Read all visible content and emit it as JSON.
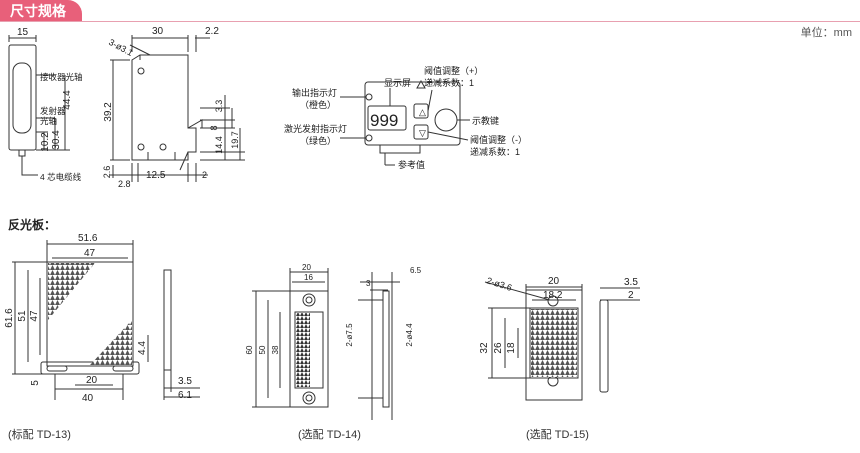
{
  "header": {
    "title": "尺寸规格",
    "unit": "单位：mm"
  },
  "sensor": {
    "front": {
      "w": "15",
      "h1": "44.4",
      "h2": "30.4",
      "h3": "10.2",
      "recv": "接收器光轴",
      "emit1": "发射器",
      "emit2": "光轴",
      "cable": "4 芯电缆线"
    },
    "side": {
      "w": "30",
      "t": "2.2",
      "hole": "3-ø3.1",
      "h": "39.2",
      "b1": "2.8",
      "b2": "12.5",
      "b3": "2",
      "b4": "2.6",
      "r1": "3.3",
      "r2": "8",
      "r3": "14.4",
      "r4": "19.7"
    },
    "panel": {
      "display": "显示屏",
      "out1": "输出指示灯",
      "out2": "（橙色）",
      "laser1": "激光发射指示灯",
      "laser2": "（绿色）",
      "digits": "999",
      "thr_up1": "阈值调整（+）",
      "thr_up2": "递减系数：1",
      "key": "示教键",
      "thr_dn1": "阈值调整（-）",
      "thr_dn2": "递减系数：1",
      "ref": "参考值"
    }
  },
  "reflectors_title": "反光板：",
  "td13": {
    "caption": "(标配 TD-13)",
    "w1": "51.6",
    "w2": "47",
    "h1": "61.6",
    "h2": "51",
    "h3": "47",
    "d1": "4.4",
    "b1": "20",
    "b2": "40",
    "b3": "5",
    "t1": "3.5",
    "t2": "6.1"
  },
  "td14": {
    "caption": "(选配 TD-14)",
    "w1": "20",
    "w2": "16",
    "h1": "60",
    "h2": "50",
    "h3": "38",
    "s1": "6.5",
    "s2": "3",
    "hole1": "2-ø7.5",
    "hole2": "2-ø4.4"
  },
  "td15": {
    "caption": "(选配 TD-15)",
    "hole": "2-ø3.6",
    "w1": "20",
    "w2": "18.2",
    "h1": "32",
    "h2": "26",
    "h3": "18",
    "t1": "3.5",
    "t2": "2"
  }
}
